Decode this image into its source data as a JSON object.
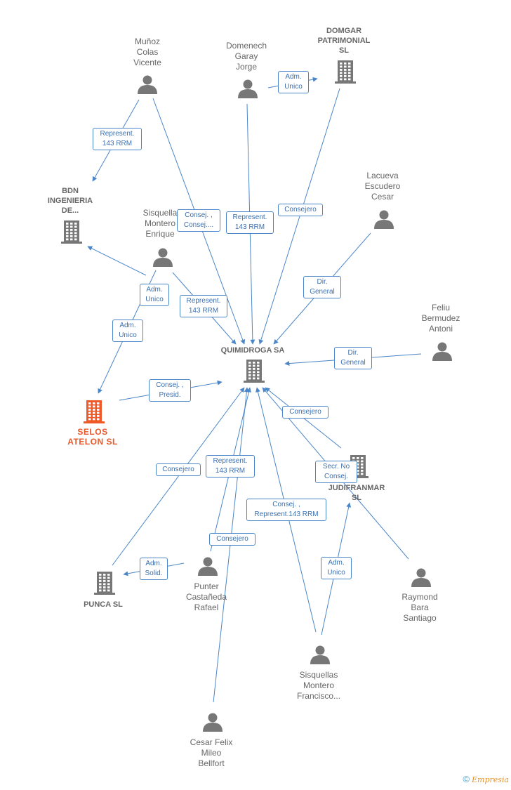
{
  "nodes": [
    {
      "id": "quimidroga",
      "type": "company",
      "label": "QUIMIDROGA SA",
      "color": "#777777"
    },
    {
      "id": "domgar",
      "type": "company",
      "label": "DOMGAR\nPATRIMONIAL\nSL",
      "color": "#777777"
    },
    {
      "id": "bdn",
      "type": "company",
      "label": "BDN\nINGENIERIA\nDE...",
      "color": "#777777"
    },
    {
      "id": "selos",
      "type": "company",
      "label": "SELOS\nATELON  SL",
      "color": "#f05a28",
      "highlight": true
    },
    {
      "id": "judifranmar",
      "type": "company",
      "label": "JUDIFRANMAR\nSL",
      "color": "#777777"
    },
    {
      "id": "punca",
      "type": "company",
      "label": "PUNCA SL",
      "color": "#777777"
    },
    {
      "id": "munoz",
      "type": "person",
      "label": "Muñoz\nColas\nVicente"
    },
    {
      "id": "domenech",
      "type": "person",
      "label": "Domenech\nGaray\nJorge"
    },
    {
      "id": "lacueva",
      "type": "person",
      "label": "Lacueva\nEscudero\nCesar"
    },
    {
      "id": "sisq_enrique",
      "type": "person",
      "label": "Sisquella\nMontero\nEnrique"
    },
    {
      "id": "feliu",
      "type": "person",
      "label": "Feliu\nBermudez\nAntoni"
    },
    {
      "id": "punter",
      "type": "person",
      "label": "Punter\nCastañeda\nRafael"
    },
    {
      "id": "raymond",
      "type": "person",
      "label": "Raymond\nBara\nSantiago"
    },
    {
      "id": "sisq_francisco",
      "type": "person",
      "label": "Sisquellas\nMontero\nFrancisco..."
    },
    {
      "id": "cesar",
      "type": "person",
      "label": "Cesar Felix\nMileo\nBellfort"
    }
  ],
  "edges": [
    {
      "id": "e1",
      "from": "munoz",
      "to": "bdn",
      "label": "Represent.\n143 RRM"
    },
    {
      "id": "e2",
      "from": "munoz",
      "to": "quimidroga",
      "label": "Consej. ,\nConsej...."
    },
    {
      "id": "e3",
      "from": "domenech",
      "to": "domgar",
      "label": "Adm.\nUnico"
    },
    {
      "id": "e4",
      "from": "domenech",
      "to": "quimidroga",
      "label": "Represent.\n143 RRM"
    },
    {
      "id": "e5",
      "from": "domgar",
      "to": "quimidroga",
      "label": "Consejero"
    },
    {
      "id": "e6",
      "from": "lacueva",
      "to": "quimidroga",
      "label": "Dir.\nGeneral"
    },
    {
      "id": "e7",
      "from": "feliu",
      "to": "quimidroga",
      "label": "Dir.\nGeneral"
    },
    {
      "id": "e8",
      "from": "sisq_enrique",
      "to": "bdn",
      "label": "Adm.\nUnico"
    },
    {
      "id": "e9",
      "from": "sisq_enrique",
      "to": "quimidroga",
      "label": "Represent.\n143 RRM"
    },
    {
      "id": "e10",
      "from": "sisq_enrique",
      "to": "selos",
      "label": "Adm.\nUnico"
    },
    {
      "id": "e11",
      "from": "selos",
      "to": "quimidroga",
      "label": "Consej. ,\nPresid."
    },
    {
      "id": "e12",
      "from": "judifranmar",
      "to": "quimidroga",
      "label": "Consejero"
    },
    {
      "id": "e13",
      "from": "raymond",
      "to": "quimidroga",
      "label": "Secr.  No\nConsej."
    },
    {
      "id": "e14",
      "from": "punca",
      "to": "quimidroga",
      "label": "Consejero"
    },
    {
      "id": "e15",
      "from": "punter",
      "to": "quimidroga",
      "label": "Represent.\n143 RRM"
    },
    {
      "id": "e16",
      "from": "punter",
      "to": "punca",
      "label": "Adm.\nSolid."
    },
    {
      "id": "e17",
      "from": "sisq_francisco",
      "to": "quimidroga",
      "label": "Consej. ,\nRepresent.143 RRM"
    },
    {
      "id": "e18",
      "from": "sisq_francisco",
      "to": "judifranmar",
      "label": "Adm.\nUnico"
    },
    {
      "id": "e19",
      "from": "cesar",
      "to": "quimidroga",
      "label": "Consejero"
    }
  ],
  "footer": {
    "copyright": "©",
    "brand": "Empresia"
  },
  "colors": {
    "edge": "#4a86c8",
    "icon": "#777777",
    "highlight": "#f05a28"
  }
}
